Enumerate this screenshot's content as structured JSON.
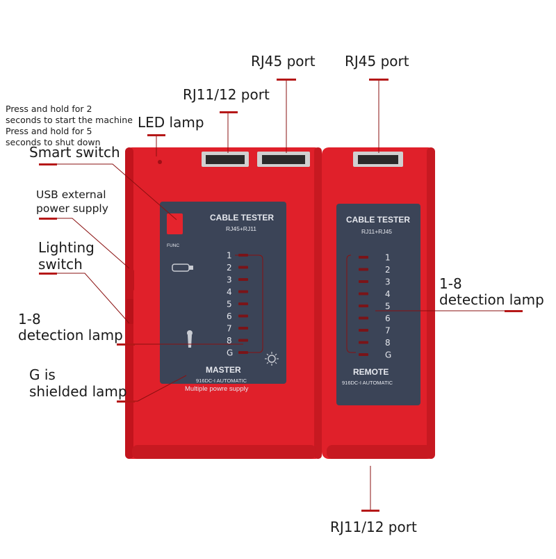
{
  "callouts": {
    "rj45_port_left": "RJ45 port",
    "rj45_port_right": "RJ45 port",
    "rj11_port_top": "RJ11/12 port",
    "press_hold_1": "Press and hold for 2",
    "press_hold_2": "seconds to start the machine",
    "press_hold_3": "Press and hold for 5",
    "press_hold_4": "seconds to shut down",
    "led_lamp": "LED lamp",
    "smart_switch": "Smart switch",
    "usb_power_1": "USB external",
    "usb_power_2": "power supply",
    "lighting_switch_1": "Lighting",
    "lighting_switch_2": "switch",
    "detection_left_1": "1-8",
    "detection_left_2": "detection lamp",
    "shielded_1": "G is",
    "shielded_2": "shielded lamp",
    "detection_right_1": "1-8",
    "detection_right_2": "detection lamp",
    "rj11_port_bottom": "RJ11/12 port"
  },
  "master": {
    "title": "CABLE TESTER",
    "subtitle": "RJ45+RJ11",
    "func_label": "FUNC",
    "name": "MASTER",
    "model": "916DC-I AUTOMATIC",
    "power_note": "Multiple powre supply",
    "leds": [
      "1",
      "2",
      "3",
      "4",
      "5",
      "6",
      "7",
      "8",
      "G"
    ]
  },
  "remote": {
    "title": "CABLE TESTER",
    "subtitle": "RJ11+RJ45",
    "name": "REMOTE",
    "model": "916DC-I AUTOMATIC",
    "leds": [
      "1",
      "2",
      "3",
      "4",
      "5",
      "6",
      "7",
      "8",
      "G"
    ]
  },
  "colors": {
    "body_red": "#e0202a",
    "panel_navy": "#3b4457",
    "leader_red": "#b51818"
  }
}
